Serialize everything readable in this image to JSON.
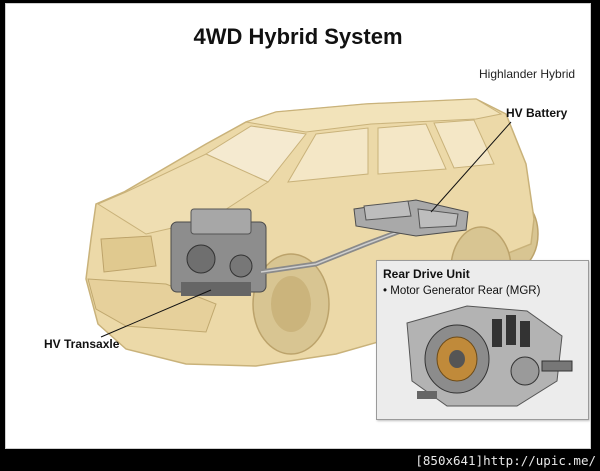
{
  "diagram": {
    "title": "4WD Hybrid System",
    "subtitle": "Highlander Hybrid",
    "callouts": {
      "hv_battery": "HV Battery",
      "hv_transaxle": "HV Transaxle"
    },
    "inset": {
      "title": "Rear Drive Unit",
      "bullets": [
        "Motor Generator Rear (MGR)"
      ]
    }
  },
  "watermark": "[850x641]http://upic.me/",
  "colors": {
    "vehicle_body": "#ecd9a8",
    "vehicle_outline": "#c9b27a",
    "tire": "#d6c18e",
    "components": "#8a8a8a",
    "background": "#ffffff",
    "inset_background": "#ececec"
  }
}
